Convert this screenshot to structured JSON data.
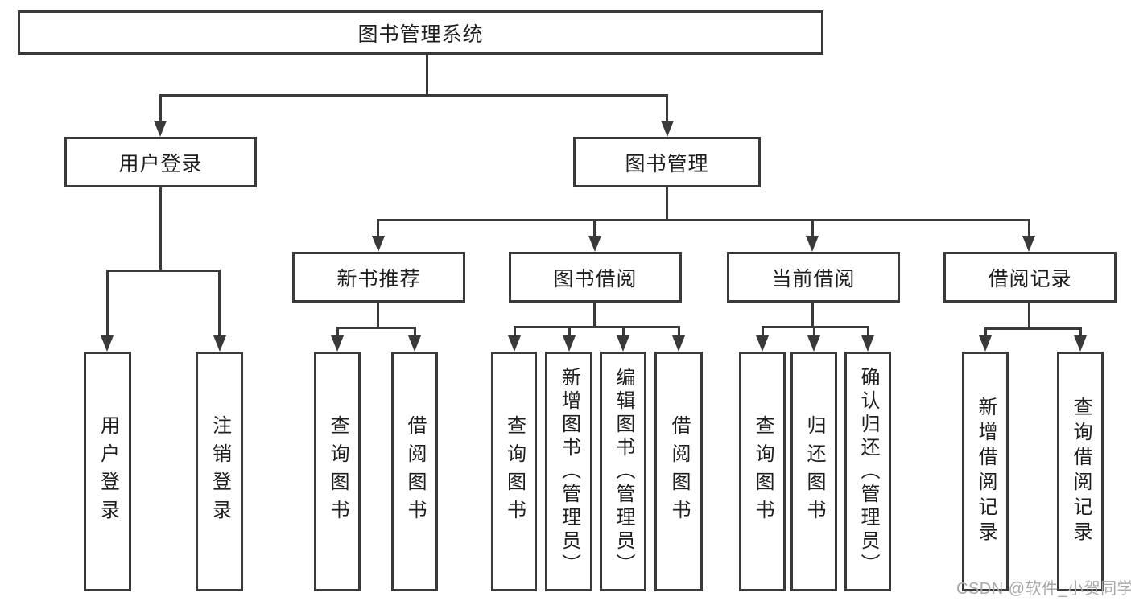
{
  "diagram": {
    "title": "图书管理系统",
    "level2": [
      {
        "label": "用户登录",
        "children": [
          {
            "label": "用户登录"
          },
          {
            "label": "注销登录"
          }
        ]
      },
      {
        "label": "图书管理",
        "children": [
          {
            "label": "新书推荐",
            "children": [
              {
                "label": "查询图书"
              },
              {
                "label": "借阅图书"
              }
            ]
          },
          {
            "label": "图书借阅",
            "children": [
              {
                "label": "查询图书"
              },
              {
                "label": "新增图书（管理员）"
              },
              {
                "label": "编辑图书（管理员）"
              },
              {
                "label": "借阅图书"
              }
            ]
          },
          {
            "label": "当前借阅",
            "children": [
              {
                "label": "查询图书"
              },
              {
                "label": "归还图书"
              },
              {
                "label": "确认归还（管理员）"
              }
            ]
          },
          {
            "label": "借阅记录",
            "children": [
              {
                "label": "新增借阅记录"
              },
              {
                "label": "查询借阅记录"
              }
            ]
          }
        ]
      }
    ]
  },
  "watermark": "CSDN @软件_小贺同学",
  "colors": {
    "line": "#3a3a3a",
    "text": "#1e1e1e",
    "watermark": "#a8a8a8",
    "background": "#ffffff"
  }
}
